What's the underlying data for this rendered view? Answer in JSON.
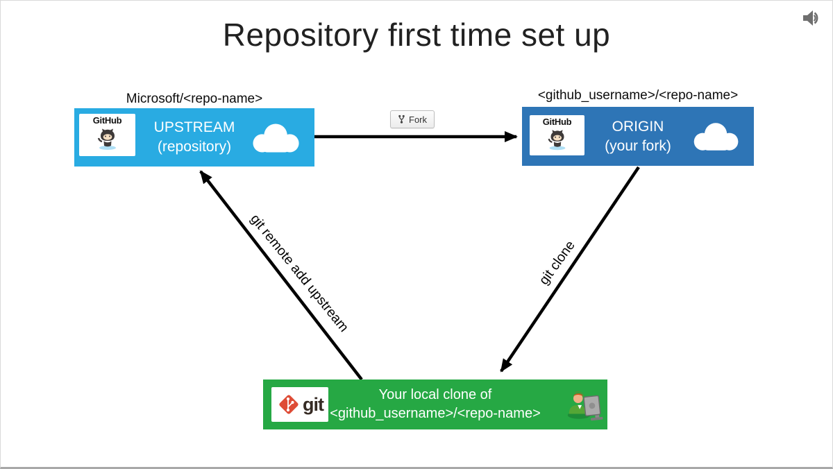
{
  "title": "Repository first time set up",
  "upstream": {
    "label": "Microsoft/<repo-name>",
    "name": "UPSTREAM",
    "subtitle": "(repository)",
    "logo": "GitHub",
    "bg": "#29ABE2"
  },
  "origin": {
    "label": "<github_username>/<repo-name>",
    "name": "ORIGIN",
    "subtitle": "(your fork)",
    "logo": "GitHub",
    "bg": "#2E75B6"
  },
  "local": {
    "line1": "Your local clone of",
    "line2": "<github_username>/<repo-name>",
    "logo": "git",
    "bg": "#26A844"
  },
  "edges": {
    "fork_button": "Fork",
    "upstream_cmd": "git remote add upstream",
    "clone_cmd": "git clone"
  },
  "icons": {
    "audio": "speaker-icon",
    "fork": "fork-icon",
    "cloud": "cloud-icon",
    "github_mascot": "octocat-icon",
    "git_logo": "git-diamond-icon",
    "person": "person-at-computer-icon"
  },
  "colors": {
    "upstream_bg": "#29ABE2",
    "origin_bg": "#2E75B6",
    "local_bg": "#26A844",
    "git_logo_red": "#DE4C36",
    "arrow": "#000000"
  }
}
